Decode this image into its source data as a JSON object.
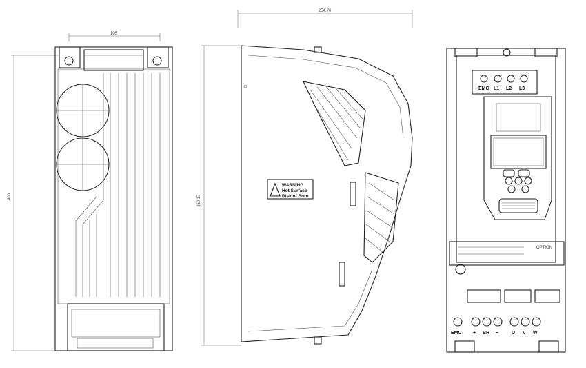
{
  "dimensions": {
    "rear_width": "105",
    "side_depth": "254.70",
    "rear_height": "400",
    "side_height": "450.17"
  },
  "warning_label": {
    "title": "WARNING",
    "line1": "Hot Surface",
    "line2": "Risk of Burn"
  },
  "front_panel": {
    "top_terminals": [
      "EMC",
      "L1",
      "L2",
      "L3"
    ],
    "bottom_terminals": [
      "EMC",
      "+",
      "BR",
      "−",
      "U",
      "V",
      "W"
    ],
    "option_label": "OPTION"
  }
}
